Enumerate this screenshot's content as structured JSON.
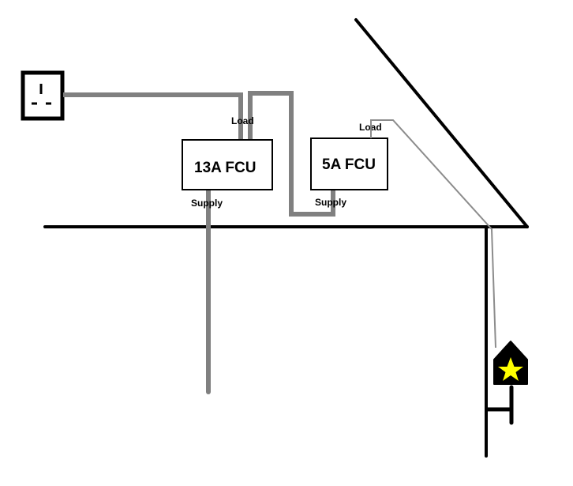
{
  "diagram": {
    "fcu_13a": {
      "title": "13A FCU",
      "load_label": "Load",
      "supply_label": "Supply"
    },
    "fcu_5a": {
      "title": "5A FCU",
      "load_label": "Load",
      "supply_label": "Supply"
    },
    "colors": {
      "background": "#ffffff",
      "structure": "#000000",
      "heavy_cable": "#808080",
      "light_cable": "#8c8c8c",
      "lamp_star": "#ffff00"
    },
    "icons": {
      "socket": "socket-outlet-icon",
      "lamp": "wall-lantern-icon"
    }
  }
}
